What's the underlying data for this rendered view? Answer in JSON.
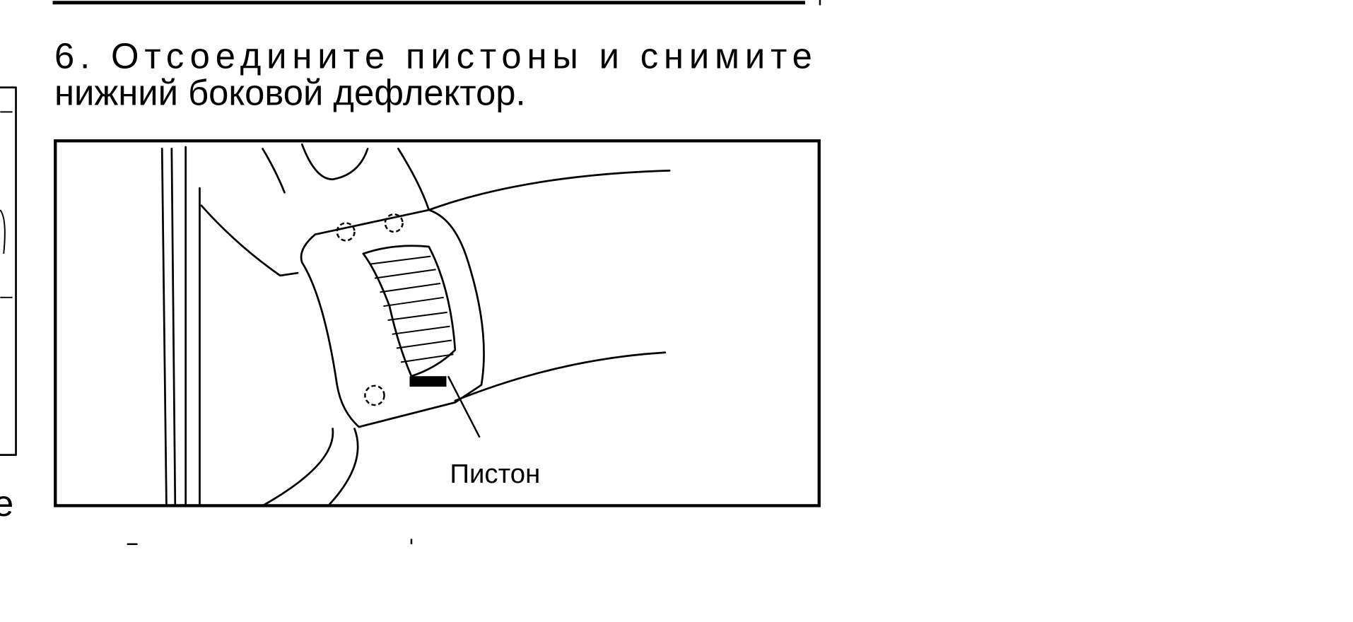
{
  "step": {
    "line1": "6. Отсоедините пистоны и снимите",
    "line2": "нижний боковой дефлектор."
  },
  "figure": {
    "callout_label": "Пистон"
  },
  "left_margin_fragment": "е"
}
